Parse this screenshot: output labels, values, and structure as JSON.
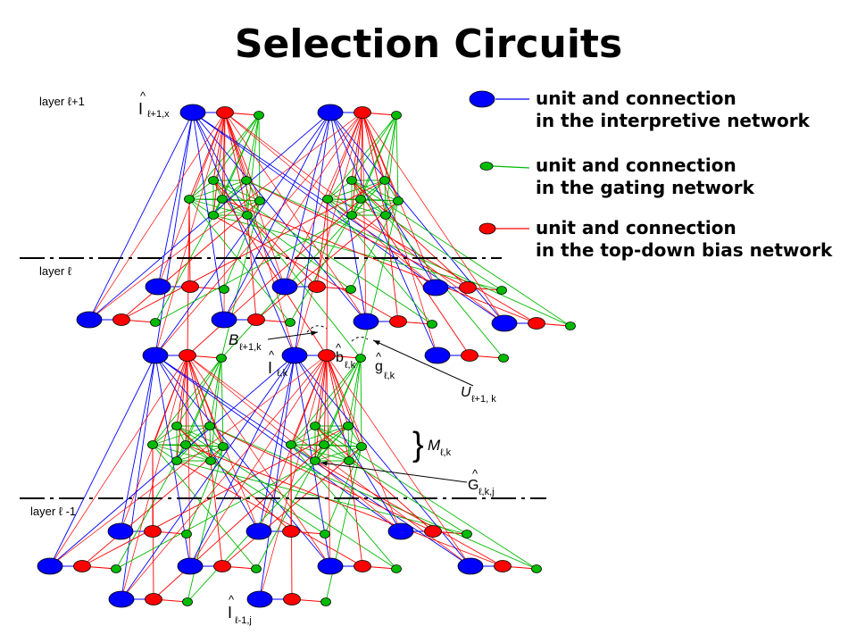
{
  "title": "Selection Circuits",
  "colors": {
    "interpretive": "#0000ff",
    "gating": "#00bb00",
    "bias": "#ff0000",
    "unit_stroke": "#000000",
    "layer_line": "#000000"
  },
  "legend": [
    {
      "kind": "interpretive",
      "line1": "unit and connection",
      "line2": "in the interpretive network"
    },
    {
      "kind": "gating",
      "line1": "unit and connection",
      "line2": "in the gating network"
    },
    {
      "kind": "bias",
      "line1": "unit and connection",
      "line2": "in the top-down bias network"
    }
  ],
  "layer_labels": {
    "upper": "layer ℓ+1",
    "middle": "layer ℓ",
    "lower": "layer ℓ -1"
  },
  "symbols": {
    "I_top": {
      "hat": "^",
      "main": "I",
      "sub": "ℓ+1,x"
    },
    "B": {
      "main": "B",
      "sub": "ℓ+1,k"
    },
    "I_mid": {
      "hat": "^",
      "main": "I",
      "sub": "ℓ,k"
    },
    "b": {
      "hat": "^",
      "main": "b",
      "sub": "ℓ,k"
    },
    "g": {
      "hat": "^",
      "main": "g",
      "sub": "ℓ,k"
    },
    "U": {
      "main": "U",
      "sub": "ℓ+1, k"
    },
    "M": {
      "brace": "}",
      "main": "M",
      "sub": "ℓ,k"
    },
    "G": {
      "hat": "^",
      "main": "G",
      "sub": "ℓ,k,j"
    },
    "I_bot": {
      "hat": "^",
      "main": "I",
      "sub": "ℓ-1,j"
    }
  }
}
